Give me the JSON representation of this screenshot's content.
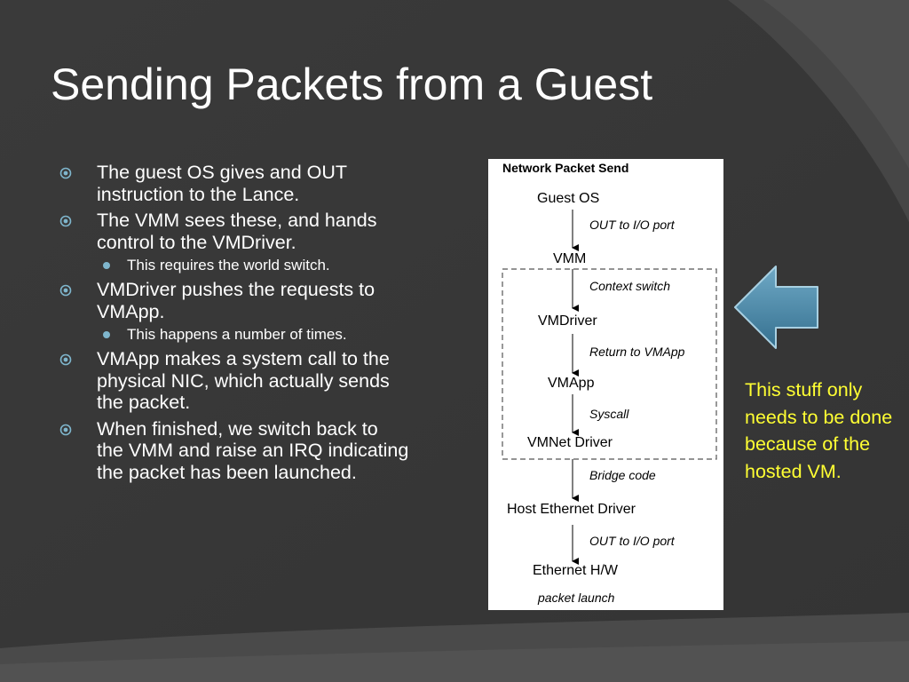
{
  "slide": {
    "title": "Sending Packets from a Guest",
    "bullets": [
      {
        "level": 1,
        "text": "The guest OS gives and OUT instruction to the Lance."
      },
      {
        "level": 1,
        "text": "The VMM sees these, and hands control to the VMDriver."
      },
      {
        "level": 2,
        "text": "This requires the world switch."
      },
      {
        "level": 1,
        "text": "VMDriver pushes the requests to VMApp."
      },
      {
        "level": 2,
        "text": "This happens a number of times."
      },
      {
        "level": 1,
        "text": "VMApp makes a system call to the physical NIC, which actually sends the packet."
      },
      {
        "level": 1,
        "text": "When finished, we switch back to the VMM and raise an IRQ indicating the packet has been launched."
      }
    ],
    "note": "This stuff only needs to be done because of the hosted VM."
  },
  "diagram": {
    "title": "Network Packet Send",
    "nodes": [
      "Guest OS",
      "VMM",
      "VMDriver",
      "VMApp",
      "VMNet Driver",
      "Host Ethernet Driver",
      "Ethernet H/W"
    ],
    "edges": [
      "OUT to I/O port",
      "Context switch",
      "Return to VMApp",
      "Syscall",
      "Bridge code",
      "OUT to I/O port"
    ],
    "footer": "packet launch"
  },
  "colors": {
    "background": "#3b3b3b",
    "title_text": "#ffffff",
    "bullet_marker": "#7fb6cd",
    "note_text": "#ffff33",
    "callout_arrow": "#4a86a6"
  },
  "icons": {
    "level1_bullet": "circled-dot-icon",
    "level2_bullet": "dot-icon",
    "callout": "left-arrow-icon"
  }
}
